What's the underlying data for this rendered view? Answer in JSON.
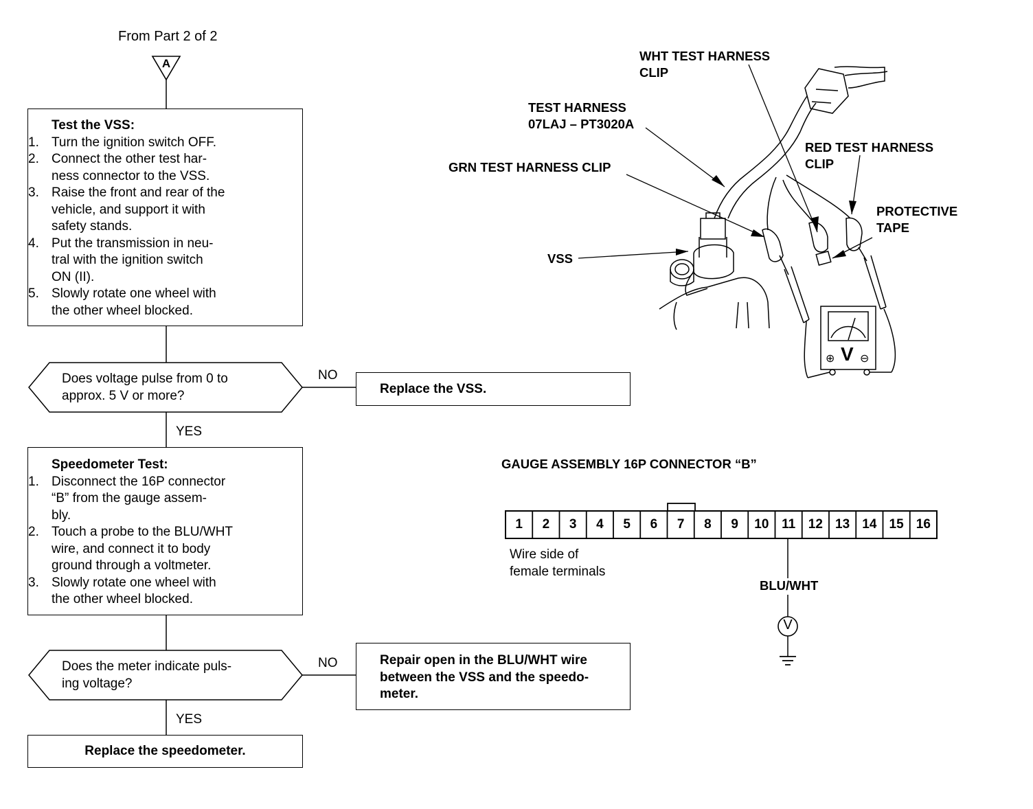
{
  "flow": {
    "from_label": "From Part 2 of 2",
    "connector_letter": "A",
    "box1": {
      "title": "Test the VSS:",
      "steps": [
        {
          "n": "1.",
          "lines": [
            "Turn the ignition switch OFF."
          ]
        },
        {
          "n": "2.",
          "lines": [
            "Connect the other test har-",
            "ness connector to the VSS."
          ]
        },
        {
          "n": "3.",
          "lines": [
            "Raise the front and rear of the",
            "vehicle, and support it with",
            "safety stands."
          ]
        },
        {
          "n": "4.",
          "lines": [
            "Put the transmission in neu-",
            "tral with the ignition switch",
            "ON (II)."
          ]
        },
        {
          "n": "5.",
          "lines": [
            "Slowly rotate one wheel with",
            "the other wheel blocked."
          ]
        }
      ]
    },
    "decision1": {
      "lines": [
        "Does voltage pulse from 0 to",
        "approx. 5 V or more?"
      ],
      "no_label": "NO",
      "yes_label": "YES"
    },
    "result1": "Replace the VSS.",
    "box2": {
      "title": "Speedometer Test:",
      "steps": [
        {
          "n": "1.",
          "lines": [
            "Disconnect the 16P connector",
            "“B” from the gauge assem-",
            "bly."
          ]
        },
        {
          "n": "2.",
          "lines": [
            "Touch a probe to the BLU/WHT",
            "wire, and connect it to body",
            "ground through a voltmeter."
          ]
        },
        {
          "n": "3.",
          "lines": [
            "Slowly rotate one wheel with",
            "the other wheel blocked."
          ]
        }
      ]
    },
    "decision2": {
      "lines": [
        "Does the meter indicate puls-",
        "ing voltage?"
      ],
      "no_label": "NO",
      "yes_label": "YES"
    },
    "result2": {
      "lines": [
        "Repair open in the BLU/WHT wire",
        "between the VSS and the speedo-",
        "meter."
      ]
    },
    "final": "Replace the speedometer."
  },
  "illustration": {
    "wht_clip": [
      "WHT TEST HARNESS",
      "CLIP"
    ],
    "test_harness": [
      "TEST HARNESS",
      "07LAJ – PT3020A"
    ],
    "red_clip": [
      "RED TEST HARNESS",
      "CLIP"
    ],
    "grn_clip": "GRN TEST HARNESS CLIP",
    "protective_tape": [
      "PROTECTIVE",
      "TAPE"
    ],
    "vss": "VSS",
    "meter_symbol": "V",
    "plus_symbol": "⊕",
    "minus_symbol": "⊖"
  },
  "connector": {
    "title": "GAUGE ASSEMBLY 16P CONNECTOR “B”",
    "pins": [
      "1",
      "2",
      "3",
      "4",
      "5",
      "6",
      "7",
      "8",
      "9",
      "10",
      "11",
      "12",
      "13",
      "14",
      "15",
      "16"
    ],
    "wire_side": [
      "Wire side of",
      "female terminals"
    ],
    "wire_color": "BLU/WHT",
    "meter_symbol": "V",
    "probed_pin": "11"
  },
  "icons": [
    "connector-triangle-icon",
    "voltmeter-icon",
    "ground-icon"
  ]
}
